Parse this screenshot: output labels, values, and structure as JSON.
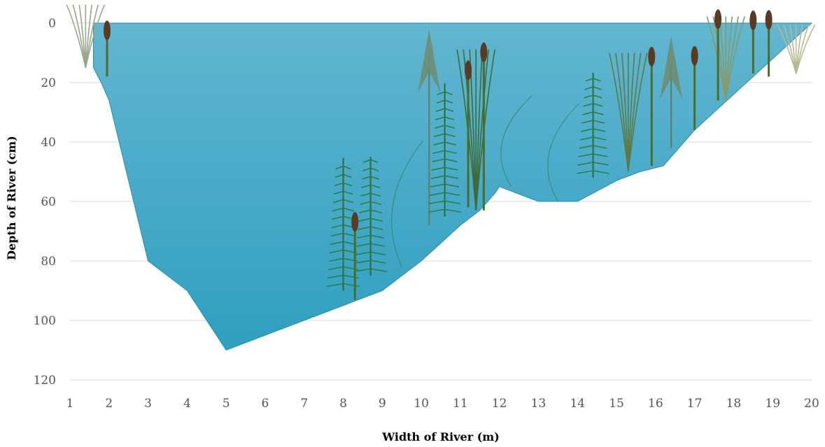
{
  "chart_data": {
    "type": "area",
    "title": "",
    "xlabel": "Width of River (m)",
    "ylabel": "Depth of River (cm)",
    "xlim": [
      1,
      20
    ],
    "ylim": [
      0,
      120
    ],
    "y_inverted": true,
    "x_ticks": [
      "1",
      "2",
      "3",
      "4",
      "5",
      "6",
      "7",
      "8",
      "9",
      "10",
      "11",
      "12",
      "13",
      "14",
      "15",
      "16",
      "17",
      "18",
      "19",
      "20"
    ],
    "y_ticks": [
      "0",
      "20",
      "40",
      "60",
      "80",
      "100",
      "120"
    ],
    "grid": "horizontal",
    "fill_color": "#3aa8c6",
    "fill_color_top": "#5fb4cf",
    "profile": {
      "x": [
        1.6,
        1.8,
        2.0,
        3.0,
        4.0,
        5.0,
        7.0,
        9.0,
        10.0,
        11.0,
        11.5,
        11.9,
        12.0,
        12.2,
        13.0,
        14.0,
        15.0,
        15.6,
        16.2,
        17.0,
        18.0,
        19.0,
        20.0
      ],
      "y": [
        15,
        20,
        26,
        80,
        90,
        110,
        100,
        90,
        80,
        68,
        63,
        57,
        55,
        56,
        60,
        60,
        53,
        50,
        48,
        36,
        24,
        12,
        0
      ]
    },
    "illustration": "aquatic plants (reeds, cattails, arrowhead, hornwort, water milfoil) drawn along the river banks"
  }
}
